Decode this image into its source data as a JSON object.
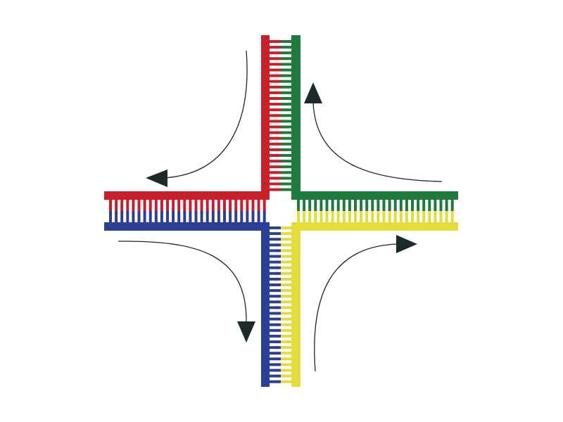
{
  "colors": {
    "red": "#c8202b",
    "green": "#1f7a3d",
    "blue": "#2c3f96",
    "yellow": "#e3dc3c",
    "arrow": "#1b2b2b",
    "background": "#ffffff"
  },
  "arms": [
    {
      "name": "top-arm",
      "strands": [
        "red",
        "green"
      ]
    },
    {
      "name": "left-arm",
      "strands": [
        "red",
        "blue"
      ]
    },
    {
      "name": "right-arm",
      "strands": [
        "green",
        "yellow"
      ]
    },
    {
      "name": "bottom-arm",
      "strands": [
        "blue",
        "yellow"
      ]
    }
  ],
  "arrows": [
    {
      "name": "arrow-top-left",
      "direction": "left"
    },
    {
      "name": "arrow-top-right",
      "direction": "up"
    },
    {
      "name": "arrow-bottom-left",
      "direction": "down"
    },
    {
      "name": "arrow-bottom-right",
      "direction": "right"
    }
  ]
}
